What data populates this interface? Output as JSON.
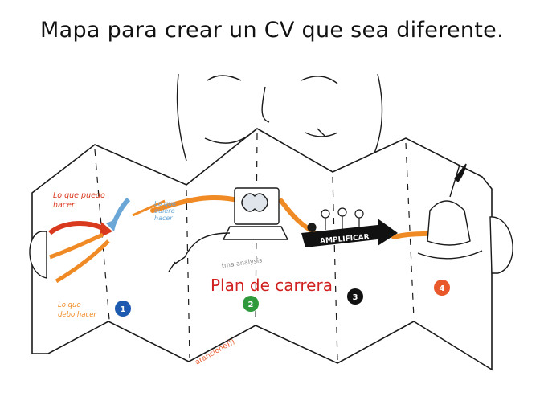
{
  "title": "Mapa para crear un CV que sea diferente.",
  "labels": {
    "lo_que_puedo": [
      "Lo que puedo",
      "hacer"
    ],
    "lo_que_quiero": [
      "Lo que",
      "quiero",
      "hacer"
    ],
    "lo_que_debo": [
      "Lo que",
      "debo hacer"
    ],
    "plan": "Plan de carrera",
    "amplificar": "AMPLIFICAR",
    "tma": "tma analysis",
    "brand": "arancione)))"
  },
  "steps": [
    {
      "num": "1",
      "color": "#1e5bb0"
    },
    {
      "num": "2",
      "color": "#2f9a3c"
    },
    {
      "num": "3",
      "color": "#111111"
    },
    {
      "num": "4",
      "color": "#e8582a"
    }
  ],
  "colors": {
    "orange": "#f08a24",
    "red": "#d93a1e",
    "blue": "#6aa6d6",
    "plan_red": "#d02020",
    "ink": "#1a1a1a"
  },
  "icons": [
    "face",
    "brain-laptop-icon",
    "people-icon",
    "arrow-icon",
    "quill-inkpot-icon"
  ]
}
